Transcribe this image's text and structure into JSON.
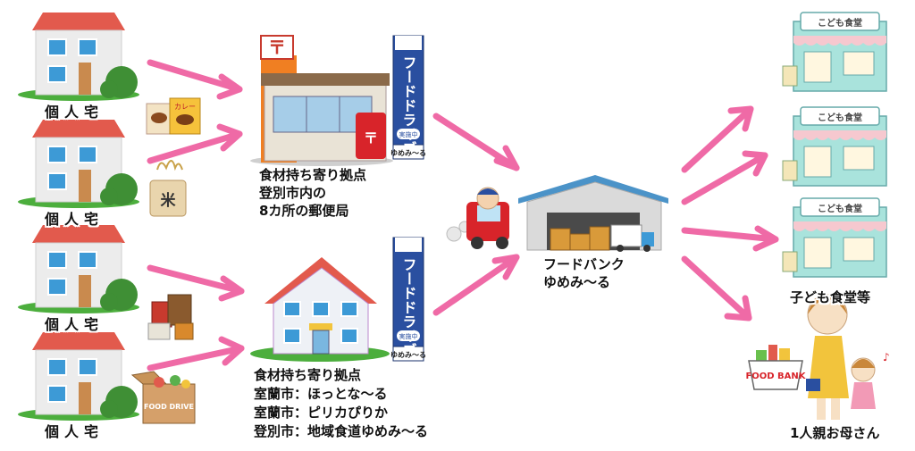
{
  "houses": {
    "label": "個人宅"
  },
  "post_office": {
    "lines": [
      "食材持ち寄り拠点",
      "登別市内の",
      "8カ所の郵便局"
    ]
  },
  "home_hub": {
    "lines": [
      "食材持ち寄り拠点",
      "室蘭市：ほっとな～る",
      "室蘭市：ピリカぴりか",
      "登別市：地域食道ゆめみ～る"
    ]
  },
  "banner": {
    "text": "フードドライブ",
    "footer": "ゆめみ～る",
    "badge": "実施中"
  },
  "foodbank": {
    "lines": [
      "フードバンク",
      "ゆめみ～る"
    ]
  },
  "recipients": {
    "cafeteria_sign": "こども食堂",
    "cafeteria_label": "子ども食堂等",
    "family_label": "1人親お母さん",
    "basket_text": "FOOD BANK"
  },
  "items": {
    "curry_label": "カレー",
    "rice_label": "米",
    "box_text": "FOOD DRIVE"
  },
  "colors": {
    "arrow": "#ef6aa6",
    "roof_red": "#e25a4d",
    "banner_blue": "#2a4fa0",
    "grass": "#4cae3d",
    "warehouse_roof": "#4b93c8",
    "shop_mint": "#a9e3dc",
    "shop_awning": "#f6c8cf"
  }
}
